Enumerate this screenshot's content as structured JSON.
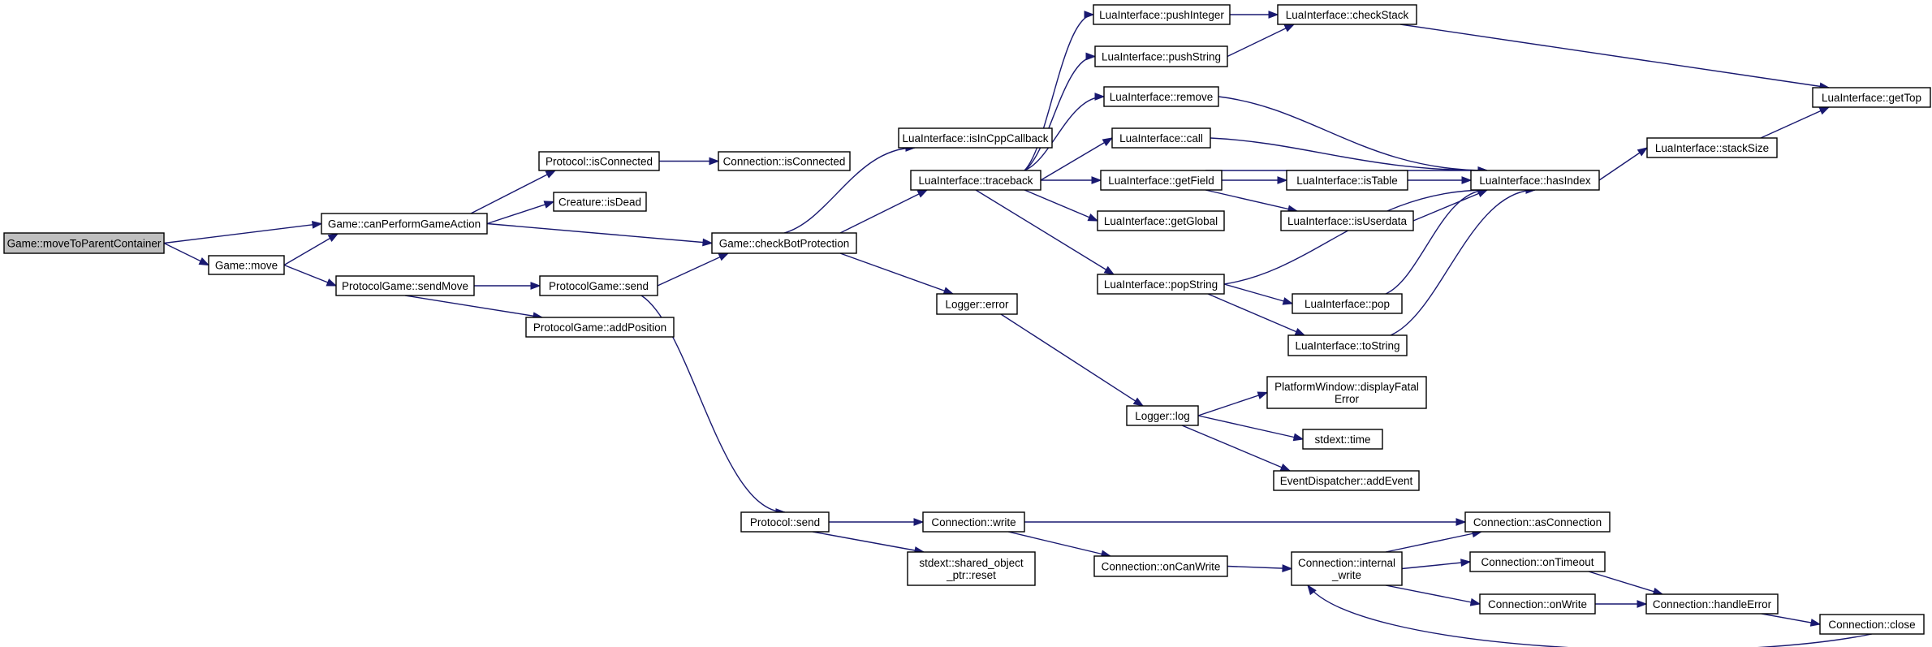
{
  "colors": {
    "edge": "#191970",
    "node_fill": "#ffffff",
    "focus_fill": "#bfbfbf",
    "border": "#000000"
  },
  "nodes": [
    {
      "id": "root",
      "label": [
        "Game::moveToParentContainer"
      ],
      "focus": true
    },
    {
      "id": "canPerform",
      "label": [
        "Game::canPerformGameAction"
      ]
    },
    {
      "id": "gmove",
      "label": [
        "Game::move"
      ]
    },
    {
      "id": "protoIsConnected",
      "label": [
        "Protocol::isConnected"
      ]
    },
    {
      "id": "creatureIsDead",
      "label": [
        "Creature::isDead"
      ]
    },
    {
      "id": "pgSendMove",
      "label": [
        "ProtocolGame::sendMove"
      ]
    },
    {
      "id": "connIsConnected",
      "label": [
        "Connection::isConnected"
      ]
    },
    {
      "id": "pgSend",
      "label": [
        "ProtocolGame::send"
      ]
    },
    {
      "id": "pgAddPos",
      "label": [
        "ProtocolGame::addPosition"
      ]
    },
    {
      "id": "checkBot",
      "label": [
        "Game::checkBotProtection"
      ]
    },
    {
      "id": "protoSend",
      "label": [
        "Protocol::send"
      ]
    },
    {
      "id": "isInCpp",
      "label": [
        "LuaInterface::isInCppCallback"
      ]
    },
    {
      "id": "traceback",
      "label": [
        "LuaInterface::traceback"
      ]
    },
    {
      "id": "loggerError",
      "label": [
        "Logger::error"
      ]
    },
    {
      "id": "connWrite",
      "label": [
        "Connection::write"
      ]
    },
    {
      "id": "sharedReset",
      "label": [
        "stdext::shared_object",
        "_ptr::reset"
      ]
    },
    {
      "id": "pushInteger",
      "label": [
        "LuaInterface::pushInteger"
      ]
    },
    {
      "id": "pushString",
      "label": [
        "LuaInterface::pushString"
      ]
    },
    {
      "id": "luaRemove",
      "label": [
        "LuaInterface::remove"
      ]
    },
    {
      "id": "luaCall",
      "label": [
        "LuaInterface::call"
      ]
    },
    {
      "id": "getField",
      "label": [
        "LuaInterface::getField"
      ]
    },
    {
      "id": "getGlobal",
      "label": [
        "LuaInterface::getGlobal"
      ]
    },
    {
      "id": "popString",
      "label": [
        "LuaInterface::popString"
      ]
    },
    {
      "id": "loggerLog",
      "label": [
        "Logger::log"
      ]
    },
    {
      "id": "onCanWrite",
      "label": [
        "Connection::onCanWrite"
      ]
    },
    {
      "id": "checkStack",
      "label": [
        "LuaInterface::checkStack"
      ]
    },
    {
      "id": "isTable",
      "label": [
        "LuaInterface::isTable"
      ]
    },
    {
      "id": "isUserdata",
      "label": [
        "LuaInterface::isUserdata"
      ]
    },
    {
      "id": "luaPop",
      "label": [
        "LuaInterface::pop"
      ]
    },
    {
      "id": "toString",
      "label": [
        "LuaInterface::toString"
      ]
    },
    {
      "id": "displayFatal",
      "label": [
        "PlatformWindow::displayFatal",
        "Error"
      ]
    },
    {
      "id": "stdextTime",
      "label": [
        "stdext::time"
      ]
    },
    {
      "id": "addEvent",
      "label": [
        "EventDispatcher::addEvent"
      ]
    },
    {
      "id": "internalWrite",
      "label": [
        "Connection::internal",
        "_write"
      ]
    },
    {
      "id": "hasIndex",
      "label": [
        "LuaInterface::hasIndex"
      ]
    },
    {
      "id": "asConnection",
      "label": [
        "Connection::asConnection"
      ]
    },
    {
      "id": "onTimeout",
      "label": [
        "Connection::onTimeout"
      ]
    },
    {
      "id": "onWrite",
      "label": [
        "Connection::onWrite"
      ]
    },
    {
      "id": "stackSize",
      "label": [
        "LuaInterface::stackSize"
      ]
    },
    {
      "id": "handleError",
      "label": [
        "Connection::handleError"
      ]
    },
    {
      "id": "getTop",
      "label": [
        "LuaInterface::getTop"
      ]
    },
    {
      "id": "connClose",
      "label": [
        "Connection::close"
      ]
    }
  ],
  "edges": [
    [
      "root",
      "canPerform"
    ],
    [
      "root",
      "gmove"
    ],
    [
      "canPerform",
      "protoIsConnected"
    ],
    [
      "canPerform",
      "creatureIsDead"
    ],
    [
      "canPerform",
      "checkBot"
    ],
    [
      "gmove",
      "canPerform"
    ],
    [
      "gmove",
      "pgSendMove"
    ],
    [
      "protoIsConnected",
      "connIsConnected"
    ],
    [
      "pgSendMove",
      "pgSend"
    ],
    [
      "pgSendMove",
      "pgAddPos"
    ],
    [
      "pgSend",
      "checkBot"
    ],
    [
      "pgSend",
      "protoSend"
    ],
    [
      "checkBot",
      "isInCpp"
    ],
    [
      "checkBot",
      "traceback"
    ],
    [
      "checkBot",
      "loggerError"
    ],
    [
      "traceback",
      "pushInteger"
    ],
    [
      "traceback",
      "pushString"
    ],
    [
      "traceback",
      "luaRemove"
    ],
    [
      "traceback",
      "luaCall"
    ],
    [
      "traceback",
      "getField"
    ],
    [
      "traceback",
      "getGlobal"
    ],
    [
      "traceback",
      "popString"
    ],
    [
      "pushInteger",
      "checkStack"
    ],
    [
      "pushString",
      "checkStack"
    ],
    [
      "checkStack",
      "getTop"
    ],
    [
      "luaRemove",
      "hasIndex"
    ],
    [
      "luaCall",
      "hasIndex"
    ],
    [
      "getField",
      "isTable"
    ],
    [
      "getField",
      "isUserdata"
    ],
    [
      "getField",
      "hasIndex"
    ],
    [
      "isTable",
      "hasIndex"
    ],
    [
      "isUserdata",
      "hasIndex"
    ],
    [
      "popString",
      "luaPop"
    ],
    [
      "popString",
      "toString"
    ],
    [
      "popString",
      "hasIndex"
    ],
    [
      "luaPop",
      "hasIndex"
    ],
    [
      "toString",
      "hasIndex"
    ],
    [
      "hasIndex",
      "stackSize"
    ],
    [
      "stackSize",
      "getTop"
    ],
    [
      "loggerError",
      "loggerLog"
    ],
    [
      "loggerLog",
      "displayFatal"
    ],
    [
      "loggerLog",
      "stdextTime"
    ],
    [
      "loggerLog",
      "addEvent"
    ],
    [
      "protoSend",
      "connWrite"
    ],
    [
      "protoSend",
      "sharedReset"
    ],
    [
      "connWrite",
      "asConnection"
    ],
    [
      "connWrite",
      "onCanWrite"
    ],
    [
      "onCanWrite",
      "internalWrite"
    ],
    [
      "internalWrite",
      "asConnection"
    ],
    [
      "internalWrite",
      "onTimeout"
    ],
    [
      "internalWrite",
      "onWrite"
    ],
    [
      "onTimeout",
      "handleError"
    ],
    [
      "onWrite",
      "handleError"
    ],
    [
      "handleError",
      "connClose"
    ],
    [
      "connClose",
      "internalWrite"
    ]
  ]
}
